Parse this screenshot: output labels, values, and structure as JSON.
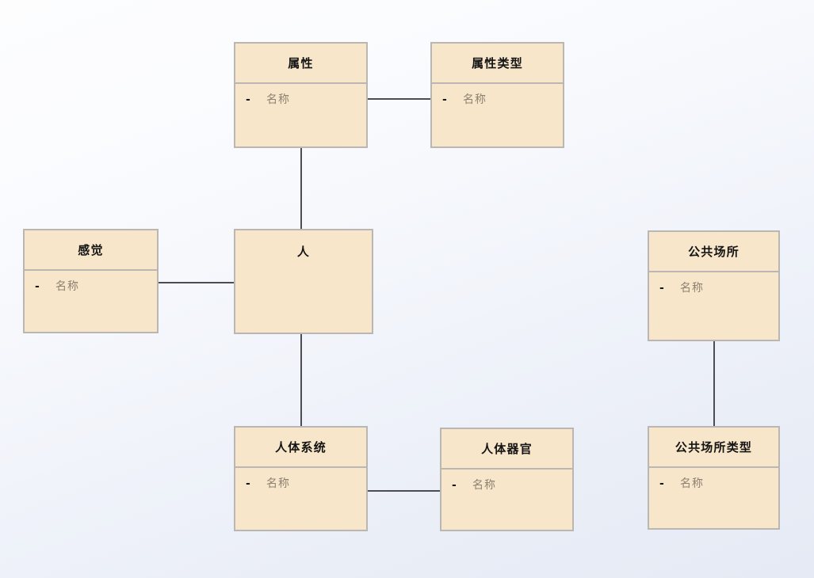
{
  "diagram": {
    "type": "uml-class-diagram",
    "title": "",
    "background": {
      "gradient_from": "#fdfdfe",
      "gradient_to": "#e6eaf4"
    },
    "style": {
      "box_fill": "#f7e6ca",
      "box_border": "#b9b6b3",
      "edge_color": "#4c4c52",
      "title_color": "#141414",
      "attribute_name_color": "#8d8172",
      "visibility_color": "#17181a"
    },
    "classes": [
      {
        "id": "attribute",
        "name": "属性",
        "has_divider": true,
        "attributes": [
          {
            "visibility": "-",
            "name": "名称"
          }
        ]
      },
      {
        "id": "attribute-type",
        "name": "属性类型",
        "has_divider": true,
        "attributes": [
          {
            "visibility": "-",
            "name": "名称"
          }
        ]
      },
      {
        "id": "sense",
        "name": "感觉",
        "has_divider": true,
        "attributes": [
          {
            "visibility": "-",
            "name": "名称"
          }
        ]
      },
      {
        "id": "person",
        "name": "人",
        "has_divider": false,
        "attributes": []
      },
      {
        "id": "public-place",
        "name": "公共场所",
        "has_divider": true,
        "attributes": [
          {
            "visibility": "-",
            "name": "名称"
          }
        ]
      },
      {
        "id": "body-system",
        "name": "人体系统",
        "has_divider": true,
        "attributes": [
          {
            "visibility": "-",
            "name": "名称"
          }
        ]
      },
      {
        "id": "body-organ",
        "name": "人体器官",
        "has_divider": true,
        "attributes": [
          {
            "visibility": "-",
            "name": "名称"
          }
        ]
      },
      {
        "id": "public-place-type",
        "name": "公共场所类型",
        "has_divider": true,
        "attributes": [
          {
            "visibility": "-",
            "name": "名称"
          }
        ]
      }
    ],
    "associations": [
      {
        "id": "attribute-attributetype",
        "from": "属性",
        "to": "属性类型",
        "orientation": "horizontal"
      },
      {
        "id": "attribute-person",
        "from": "属性",
        "to": "人",
        "orientation": "vertical"
      },
      {
        "id": "sense-person",
        "from": "感觉",
        "to": "人",
        "orientation": "horizontal"
      },
      {
        "id": "person-bodysystem",
        "from": "人",
        "to": "人体系统",
        "orientation": "vertical"
      },
      {
        "id": "bodysystem-bodyorgan",
        "from": "人体系统",
        "to": "人体器官",
        "orientation": "horizontal"
      },
      {
        "id": "publicplace-type",
        "from": "公共场所",
        "to": "公共场所类型",
        "orientation": "vertical"
      }
    ]
  }
}
